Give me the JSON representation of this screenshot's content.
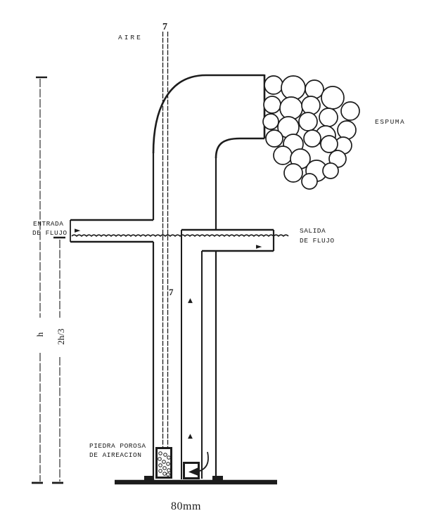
{
  "labels": {
    "aire": "AIRE",
    "espuma": "ESPUMA",
    "entrada_line1": "ENTRADA",
    "entrada_line2": "DE FLUJO",
    "salida_line1": "SALIDA",
    "salida_line2": "DE FLUJO",
    "piedra_line1": "PIEDRA POROSA",
    "piedra_line2": "DE AIREACION",
    "dim_height": "h",
    "dim_level": "2h/3",
    "dim_width": "80mm"
  },
  "glyphs": {
    "down_arrow": "7",
    "up_arrow": "▲",
    "flow_arrow": "►"
  },
  "colors": {
    "ink": "#1c1c1c",
    "background": "#ffffff"
  }
}
